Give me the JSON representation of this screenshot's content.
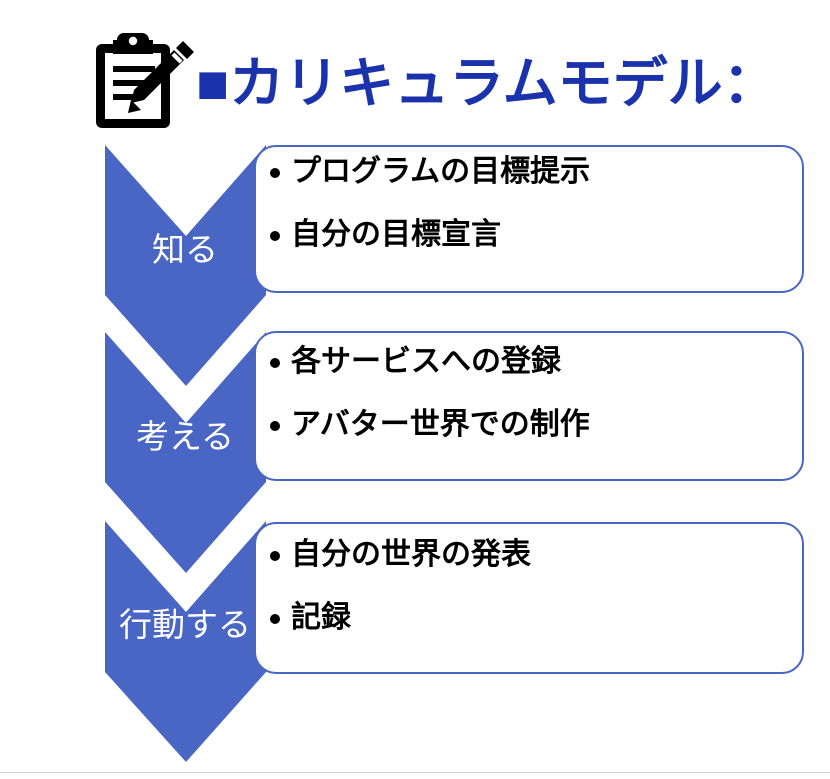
{
  "header": {
    "icon": "clipboard-pencil-icon",
    "title": "■カリキュラムモデル：",
    "title_color": "#1A33AC"
  },
  "theme": {
    "chevron_fill": "#4A66C4",
    "box_border": "#4A66C4",
    "box_fill": "#FFFFFF",
    "chevron_label_color": "#FFFFFF",
    "bullet_text_color": "#000000"
  },
  "flow": {
    "steps": [
      {
        "label": "知る",
        "bullets": [
          "プログラムの目標提示",
          "自分の目標宣言"
        ]
      },
      {
        "label": "考える",
        "bullets": [
          "各サービスへの登録",
          "アバター世界での制作"
        ]
      },
      {
        "label": "行動する",
        "bullets": [
          "自分の世界の発表",
          "記録"
        ]
      }
    ]
  }
}
